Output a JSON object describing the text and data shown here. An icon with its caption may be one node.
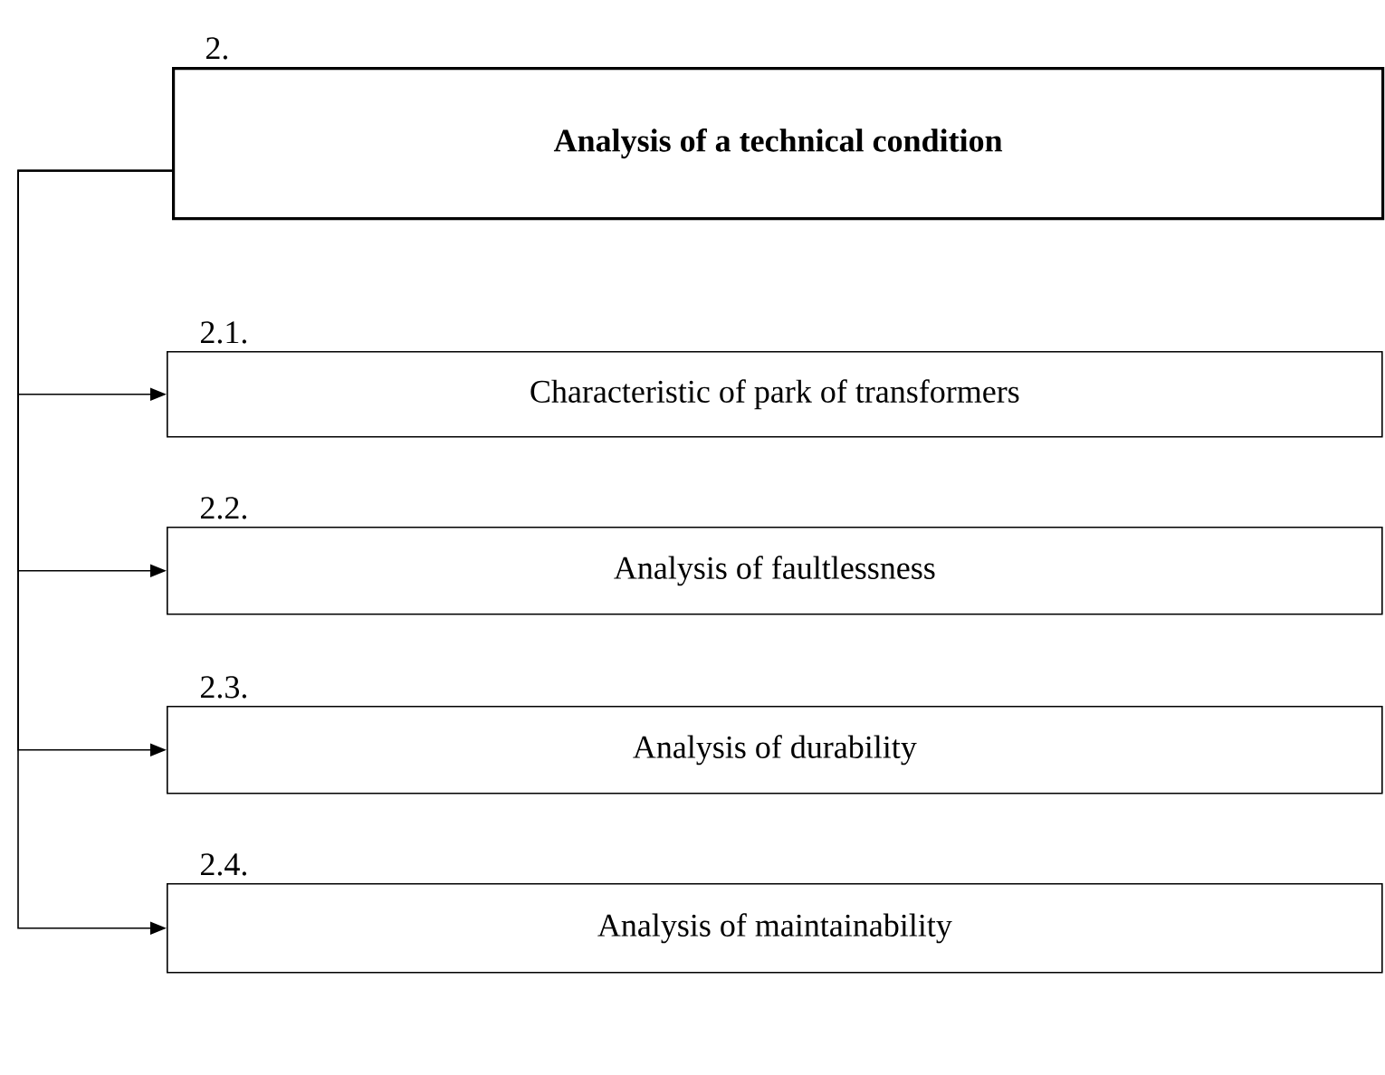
{
  "diagram": {
    "nodes": [
      {
        "text": [
          "2.",
          "Analysis of a technical condition"
        ]
      },
      {
        "text": [
          "2.1.",
          "Characteristic of park of transformers"
        ]
      },
      {
        "text": [
          "2.2.",
          "Analysis of faultlessness"
        ]
      },
      {
        "text": [
          "2.3.",
          "Analysis of durability"
        ]
      },
      {
        "text": [
          "2.4.",
          "Analysis of maintainability"
        ]
      }
    ],
    "edges": [
      {
        "from": 0,
        "to": 1,
        "arrow": "to"
      },
      {
        "from": 0,
        "to": 2,
        "arrow": "to"
      },
      {
        "from": 0,
        "to": 3,
        "arrow": "to"
      },
      {
        "from": 0,
        "to": 4,
        "arrow": "to"
      }
    ]
  }
}
